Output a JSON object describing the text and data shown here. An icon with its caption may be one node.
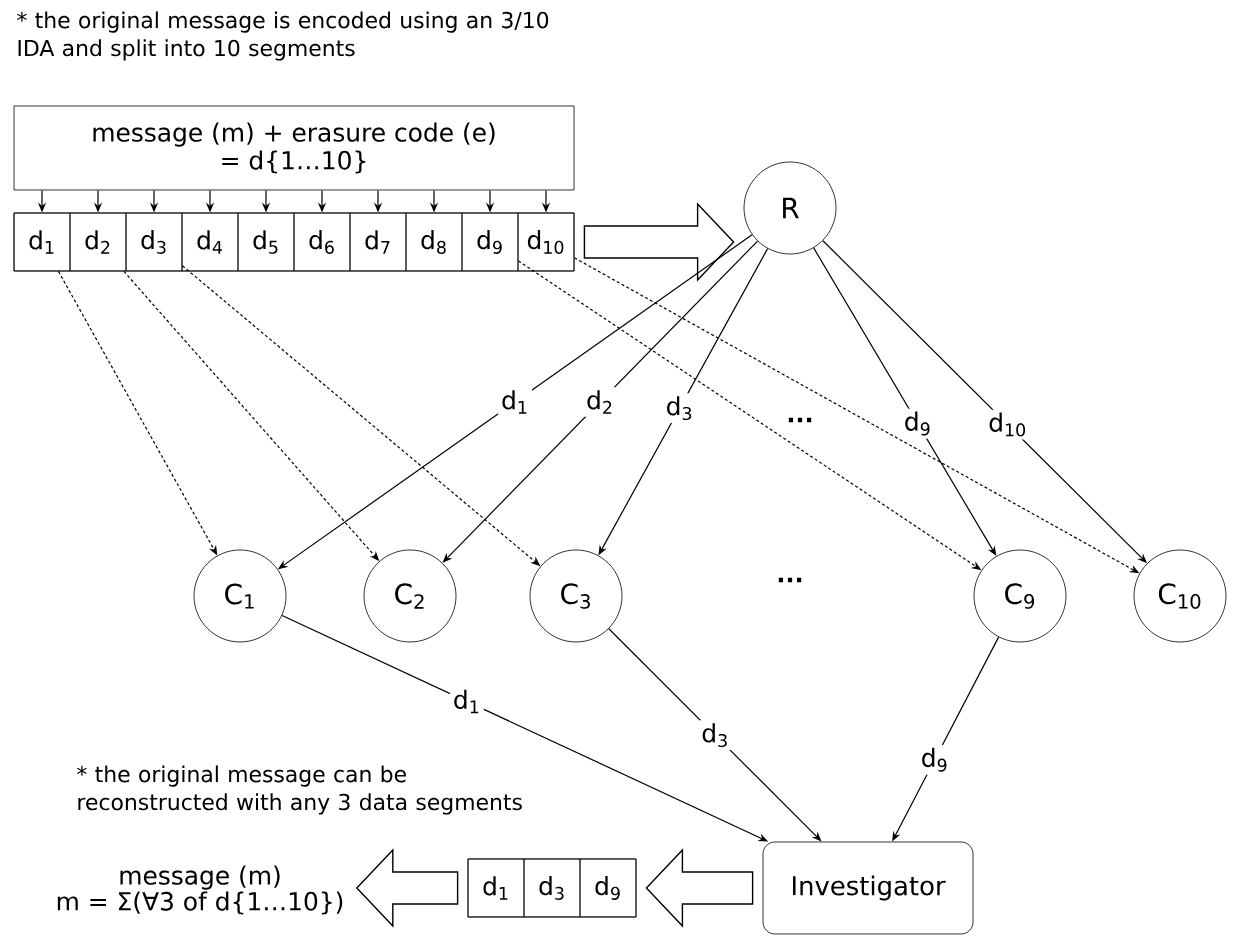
{
  "diagram": {
    "nodes": [
      {
        "text": [
          "message (m) + erasure code (e)",
          "= d{1…10}"
        ]
      },
      {
        "text": [],
        "shape": "box"
      },
      {
        "text": [
          "d$_{1}$"
        ],
        "in": 1
      },
      {
        "text": [
          "d$_{2}$"
        ],
        "in": 1
      },
      {
        "text": [
          "d$_{3}$"
        ],
        "in": 1
      },
      {
        "text": [
          "d$_{4}$"
        ],
        "in": 1
      },
      {
        "text": [
          "d$_{5}$"
        ],
        "in": 1
      },
      {
        "text": [
          "d$_{6}$"
        ],
        "in": 1
      },
      {
        "text": [
          "d$_{7}$"
        ],
        "in": 1
      },
      {
        "text": [
          "d$_{8}$"
        ],
        "in": 1
      },
      {
        "text": [
          "d$_{9}$"
        ],
        "in": 1
      },
      {
        "text": [
          "d$_{10}$"
        ],
        "in": 1
      },
      {
        "text": [
          "R"
        ]
      },
      {
        "text": [
          "C$_{1}$"
        ]
      },
      {
        "text": [
          "C$_{2}$"
        ]
      },
      {
        "text": [
          "C$_{3}$"
        ]
      },
      {
        "text": [
          "C$_{9}$"
        ]
      },
      {
        "text": [
          "C$_{10}$"
        ]
      },
      {
        "text": [
          "Investigator"
        ]
      },
      {
        "text": [],
        "shape": "box"
      },
      {
        "text": [
          "d$_{1}$"
        ],
        "in": 19
      },
      {
        "text": [
          "d$_{3}$"
        ],
        "in": 19
      },
      {
        "text": [
          "d$_{9}$"
        ],
        "in": 19
      },
      {
        "text": [
          "message (m)",
          "m = Σ(∀3 of d{1…10})"
        ]
      }
    ],
    "edges": [
      {
        "from": 0,
        "to": 2,
        "arrow": "to"
      },
      {
        "from": 0,
        "to": 3,
        "arrow": "to"
      },
      {
        "from": 0,
        "to": 4,
        "arrow": "to"
      },
      {
        "from": 0,
        "to": 5,
        "arrow": "to"
      },
      {
        "from": 0,
        "to": 6,
        "arrow": "to"
      },
      {
        "from": 0,
        "to": 7,
        "arrow": "to"
      },
      {
        "from": 0,
        "to": 8,
        "arrow": "to"
      },
      {
        "from": 0,
        "to": 9,
        "arrow": "to"
      },
      {
        "from": 0,
        "to": 10,
        "arrow": "to"
      },
      {
        "from": 0,
        "to": 11,
        "arrow": "to"
      },
      {
        "from": 1,
        "to": 12,
        "arrow": "to",
        "style": "thick"
      },
      {
        "from": 12,
        "to": 13,
        "arrow": "to",
        "label": "d$_{1}$"
      },
      {
        "from": 12,
        "to": 14,
        "arrow": "to",
        "label": "d$_{2}$"
      },
      {
        "from": 12,
        "to": 15,
        "arrow": "to",
        "label": "d$_{3}$"
      },
      {
        "from": 12,
        "to": 16,
        "arrow": "to",
        "label": "d$_{9}$"
      },
      {
        "from": 12,
        "to": 17,
        "arrow": "to",
        "label": "d$_{10}$"
      },
      {
        "from": 2,
        "to": 13,
        "arrow": "to",
        "style": "dashed"
      },
      {
        "from": 3,
        "to": 14,
        "arrow": "to",
        "style": "dashed"
      },
      {
        "from": 4,
        "to": 15,
        "arrow": "to",
        "style": "dashed"
      },
      {
        "from": 10,
        "to": 16,
        "arrow": "to",
        "style": "dashed"
      },
      {
        "from": 11,
        "to": 17,
        "arrow": "to",
        "style": "dashed"
      },
      {
        "from": 13,
        "to": 18,
        "arrow": "to",
        "label": "d$_{1}$"
      },
      {
        "from": 15,
        "to": 18,
        "arrow": "to",
        "label": "d$_{3}$"
      },
      {
        "from": 16,
        "to": 18,
        "arrow": "to",
        "label": "d$_{9}$"
      },
      {
        "from": 18,
        "to": 19,
        "arrow": "to",
        "style": "thick"
      },
      {
        "from": 19,
        "to": 23,
        "arrow": "to",
        "style": "thick"
      }
    ],
    "labels": [
      "* the original message is encoded using an 3/10 IDA and split into 10 segments",
      "...",
      "...",
      "* the original message can be reconstructed with any 3 data segments"
    ]
  }
}
